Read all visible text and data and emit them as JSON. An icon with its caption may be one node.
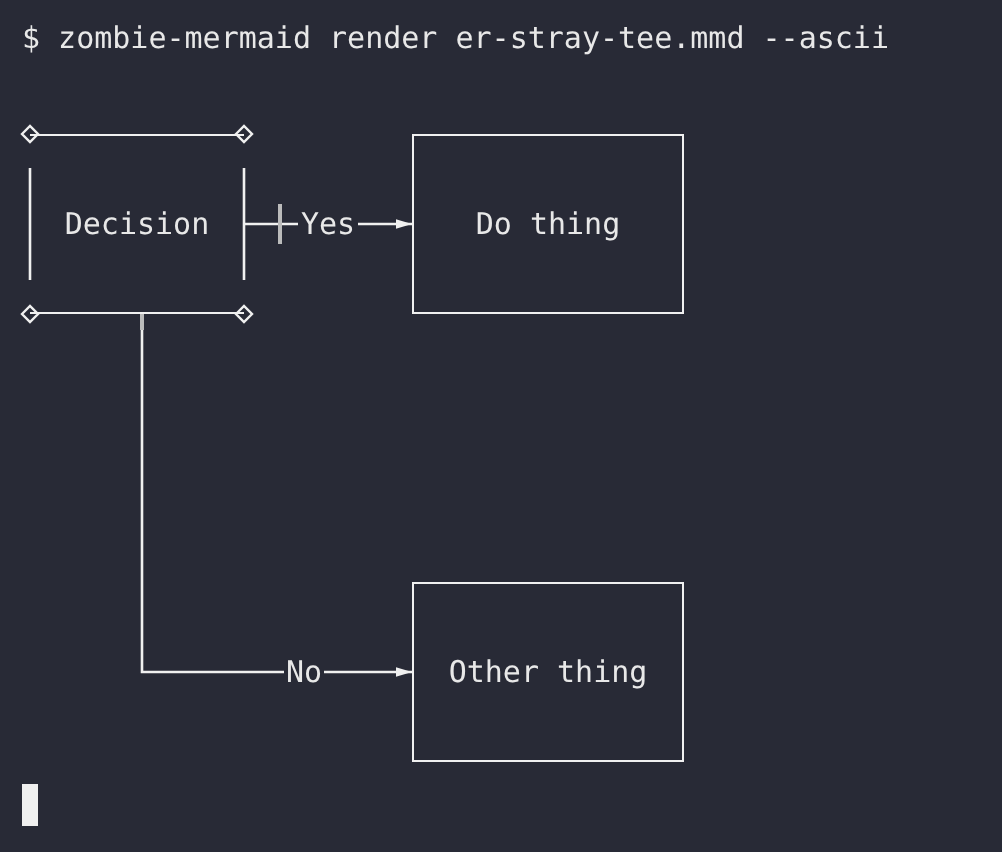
{
  "diagram": {
    "nodes": [
      {
        "text": [
          "Decision"
        ]
      },
      {
        "text": [
          "Do thing"
        ]
      },
      {
        "text": [
          "Other thing"
        ]
      }
    ],
    "edges": [
      {
        "from": 0,
        "to": 1,
        "arrow": "to",
        "label": "Yes"
      },
      {
        "from": 0,
        "to": 2,
        "arrow": "to",
        "label": "No"
      }
    ],
    "labels": [
      "$ zombie-mermaid render er-stray-tee.mmd --ascii"
    ]
  }
}
